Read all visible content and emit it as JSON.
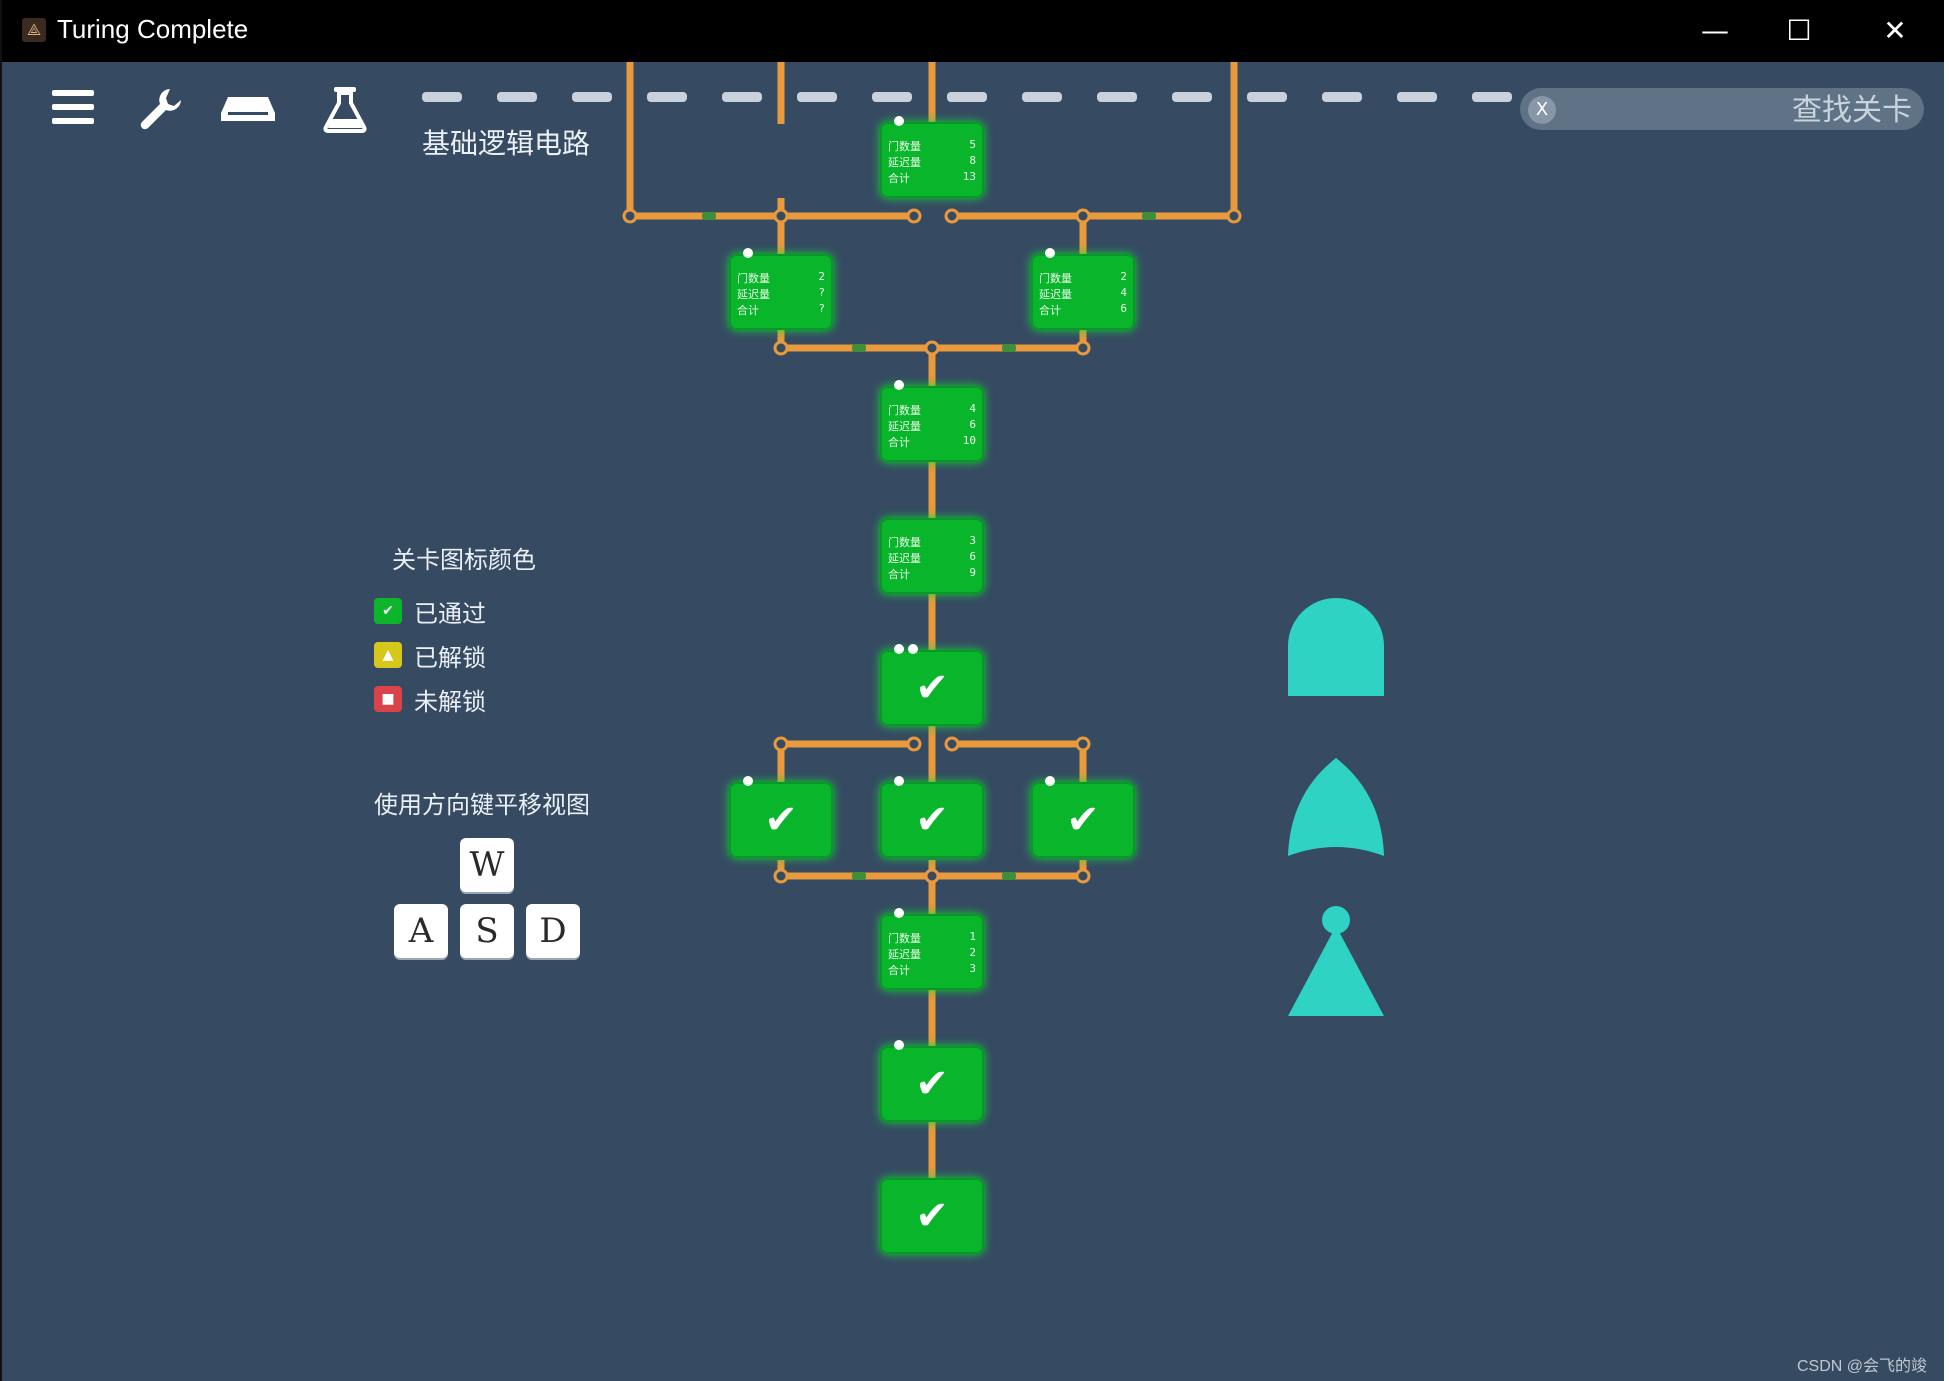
{
  "window": {
    "title": "Turing Complete",
    "controls": {
      "minimize": "—",
      "maximize": "☐",
      "close": "✕"
    }
  },
  "toolbar": {
    "icons": [
      "menu-icon",
      "wrench-icon",
      "tray-icon",
      "flask-icon"
    ]
  },
  "category": {
    "title": "基础逻辑电路"
  },
  "search": {
    "clear_label": "X",
    "placeholder": "查找关卡"
  },
  "legend": {
    "heading": "关卡图标颜色",
    "items": [
      {
        "label": "已通过",
        "color": "#0db52c",
        "icon": "check-icon"
      },
      {
        "label": "已解锁",
        "color": "#d7c71a",
        "icon": "unlock-icon"
      },
      {
        "label": "未解锁",
        "color": "#d9434a",
        "icon": "lock-icon"
      }
    ]
  },
  "navigation": {
    "hint": "使用方向键平移视图",
    "keys": {
      "up": "W",
      "left": "A",
      "down": "S",
      "right": "D"
    }
  },
  "level_stats": {
    "labels": {
      "gates": "门数量",
      "delay": "延迟量",
      "total": "合计"
    },
    "top": {
      "gates": "5",
      "delay": "8",
      "total": "13"
    },
    "left_pair": {
      "gates": "2",
      "delay": "?",
      "total": "?"
    },
    "right_pair": {
      "gates": "2",
      "delay": "4",
      "total": "6"
    },
    "mid_a": {
      "gates": "4",
      "delay": "6",
      "total": "10"
    },
    "mid_b": {
      "gates": "3",
      "delay": "6",
      "total": "9"
    },
    "low": {
      "gates": "1",
      "delay": "2",
      "total": "3"
    }
  },
  "completed_symbol": "✔",
  "colors": {
    "background": "#364a62",
    "wire": "#e89a3c",
    "level_passed": "#09b52b",
    "gate_preview": "#2fd3c3"
  },
  "watermark": "CSDN @会飞的竣"
}
